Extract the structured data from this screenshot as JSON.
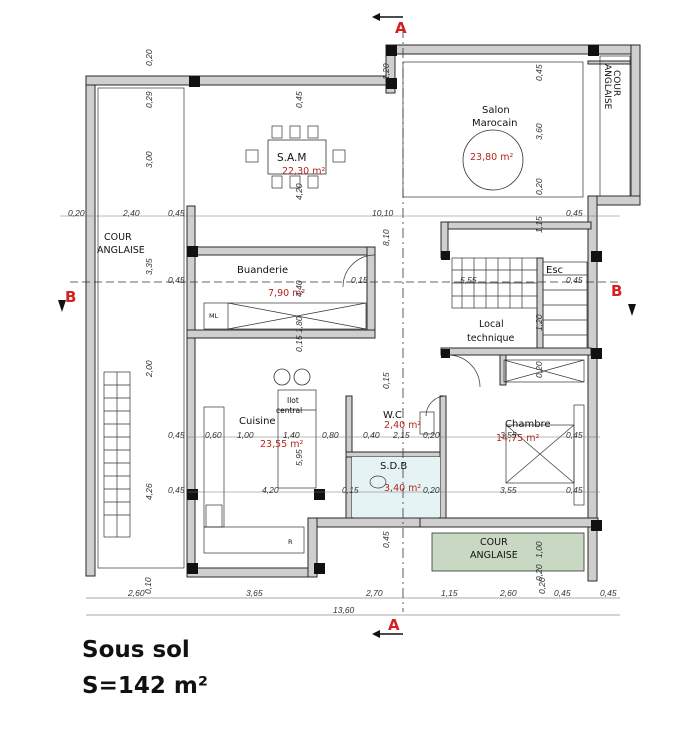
{
  "plan": {
    "title": "Sous sol",
    "surface": "S=142 m²"
  },
  "rooms": {
    "sam": {
      "name": "S.A.M",
      "area": "22,30 m²"
    },
    "salon": {
      "name_line1": "Salon",
      "name_line2": "Marocain",
      "area": "23,80 m²"
    },
    "cour_left": {
      "line1": "COUR",
      "line2": "ANGLAISE"
    },
    "cour_right": {
      "line1": "COUR",
      "line2": "ANGLAISE"
    },
    "cour_bottom": {
      "line1": "COUR",
      "line2": "ANGLAISE"
    },
    "buanderie": {
      "name": "Buanderie",
      "area": "7,90 m²"
    },
    "esc": {
      "name": "Esc"
    },
    "local": {
      "line1": "Local",
      "line2": "technique"
    },
    "ilot": {
      "line1": "Ilot",
      "line2": "central"
    },
    "cuisine": {
      "name": "Cuisine",
      "area": "23,55 m²"
    },
    "wc": {
      "name": "W.C",
      "area": "2,40 m²"
    },
    "sdb": {
      "name": "S.D.B",
      "area": "3,40 m²"
    },
    "chambre": {
      "name": "Chambre",
      "area": "14,75 m²"
    },
    "ml": {
      "name": "ML"
    },
    "r": {
      "name": "R"
    }
  },
  "section_marks": {
    "a": "A",
    "b": "B"
  },
  "dimensions": {
    "bottom_row": [
      "2,60",
      "0,10",
      "3,65",
      "2,70",
      "1,15",
      "2,60",
      "0,20",
      "0,45",
      "0,45"
    ],
    "total": "13,60",
    "row_210": [
      "0,20",
      "2,40",
      "0,45",
      "10,10",
      "0,45"
    ],
    "row_280": [
      "0,45",
      "0,15",
      "5,55",
      "0,45"
    ],
    "row_436": [
      "0,45",
      "0,60",
      "1,00",
      "1,40",
      "0,80",
      "0,40",
      "2,15",
      "0,20",
      "3,55",
      "0,45"
    ],
    "row_491": [
      "0,45",
      "4,20",
      "0,15",
      "0,20",
      "3,55",
      "0,45"
    ],
    "vert_left": [
      "0,20",
      "0,29",
      "3,00",
      "3,35",
      "2,00",
      "4,26",
      "0,10"
    ],
    "vert_mid": [
      "0,45",
      "4,20",
      "4,40",
      "1,80",
      "0,15",
      "5,95"
    ],
    "vert_center": [
      "1,20",
      "8,10",
      "0,15",
      "0,45"
    ],
    "vert_right": [
      "0,45",
      "3,60",
      "0,20",
      "1,15",
      "1,20",
      "0,20",
      "1,00",
      "0,20"
    ]
  }
}
